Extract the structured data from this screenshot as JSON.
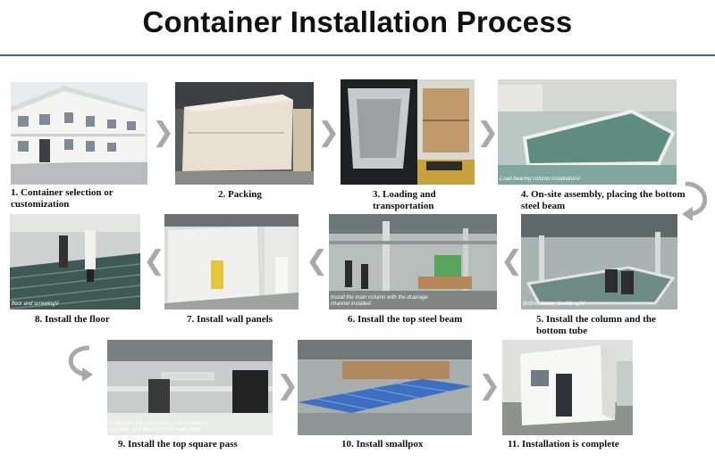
{
  "title": "Container Installation Process",
  "steps": [
    {
      "caption": "1. Container selection or customization",
      "overlay": ""
    },
    {
      "caption": "2. Packing",
      "overlay": ""
    },
    {
      "caption": "3. Loading and transportation",
      "overlay": ""
    },
    {
      "caption": "4. On-site assembly, placing the bottom steel beam",
      "overlay": "Load-bearing column installationV"
    },
    {
      "caption": "5. Install the column and the bottom tube",
      "overlay": "Bottom beam, buckle upV"
    },
    {
      "caption": "6. Install the top steel beam",
      "overlay": "Install the main column with the drainage channel installed"
    },
    {
      "caption": "7. Install wall panels",
      "overlay": ""
    },
    {
      "caption": "8. Install the floor",
      "overlay": "floor and screwingV"
    },
    {
      "caption": "9. Install the top square pass",
      "overlay": "Fasten the top crossbeam, Top covered a card slot, and then to fix the wall panel"
    },
    {
      "caption": "10. Install smallpox",
      "overlay": ""
    },
    {
      "caption": "11. Installation is complete",
      "overlay": ""
    }
  ],
  "icons": {
    "next_arrow": "chevron-right-icon",
    "prev_arrow": "chevron-left-icon",
    "row_turn": "curved-arrow-icon"
  },
  "colors": {
    "rule": "#3c6aa8",
    "arrow": "#a9a9a9"
  }
}
